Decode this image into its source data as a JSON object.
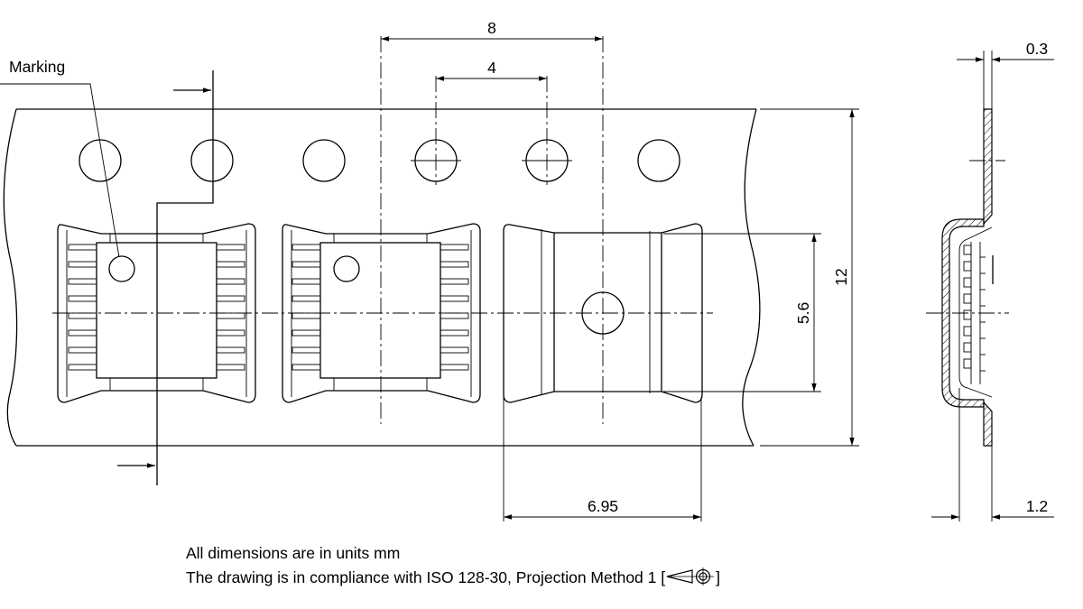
{
  "labels": {
    "marking": "Marking",
    "dim_pitch_8": "8",
    "dim_pitch_4": "4",
    "dim_width_12": "12",
    "dim_5_6": "5.6",
    "dim_6_95": "6.95",
    "dim_0_3": "0.3",
    "dim_1_2": "1.2"
  },
  "notes": {
    "units": "All dimensions are in units mm",
    "compliance_prefix": "The drawing is in compliance with ISO 128-30, Projection Method 1 [",
    "compliance_suffix": "]"
  },
  "icons": {
    "projection_symbol": "first-angle-projection-icon",
    "feed_direction": "arrow-right-icon"
  }
}
